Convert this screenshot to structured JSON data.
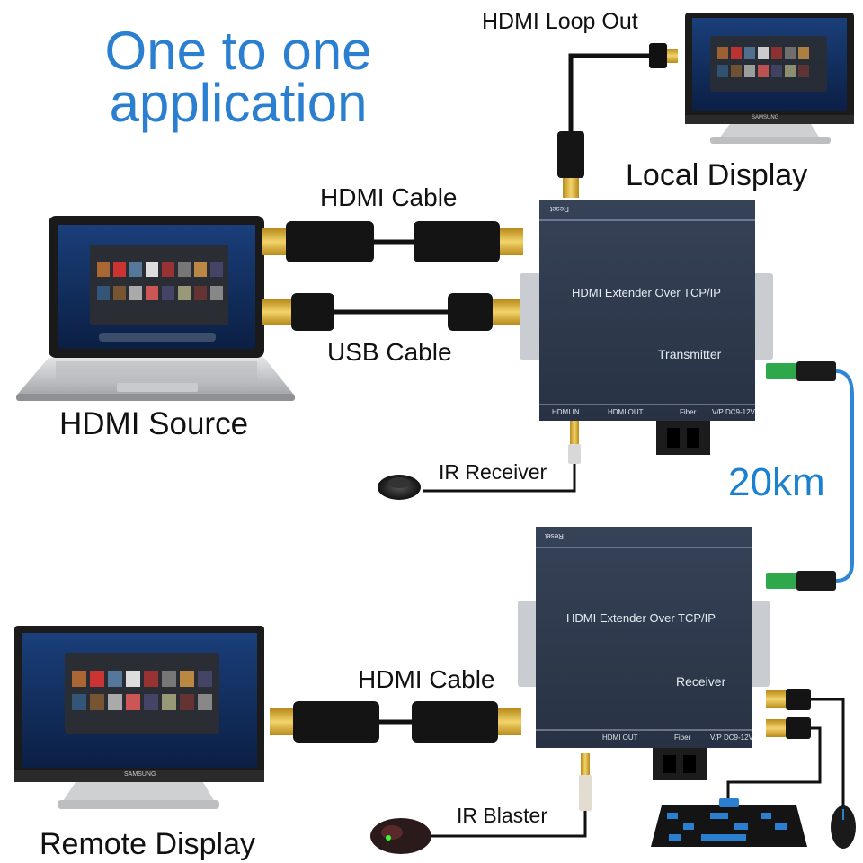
{
  "title": {
    "line1": "One to one",
    "line2": "application"
  },
  "labels": {
    "hdmi_loop_out": "HDMI Loop Out",
    "local_display": "Local Display",
    "hdmi_cable_top": "HDMI Cable",
    "usb_cable": "USB Cable",
    "hdmi_source": "HDMI Source",
    "ir_receiver": "IR Receiver",
    "distance": "20km",
    "hdmi_cable_bottom": "HDMI Cable",
    "ir_blaster": "IR Blaster",
    "remote_display": "Remote Display"
  },
  "transmitter": {
    "reset": "Reset",
    "product": "HDMI Extender Over TCP/IP",
    "role": "Transmitter",
    "ports": {
      "hdmi_in": "HDMI IN",
      "hdmi_out": "HDMI OUT",
      "fiber": "Fiber",
      "power": "V/P  DC9-12V"
    }
  },
  "receiver": {
    "reset": "Reset",
    "product": "HDMI Extender Over TCP/IP",
    "role": "Receiver",
    "ports": {
      "hdmi_out": "HDMI OUT",
      "fiber": "Fiber",
      "power": "V/P  DC9-12V"
    }
  },
  "brand": "SAMSUNG",
  "colors": {
    "title": "#2b7fd1",
    "distance": "#1a80d0",
    "device_body": "#2f3a4c",
    "fiber_cable": "#2f86d6",
    "fiber_connector": "#2ea84a"
  }
}
